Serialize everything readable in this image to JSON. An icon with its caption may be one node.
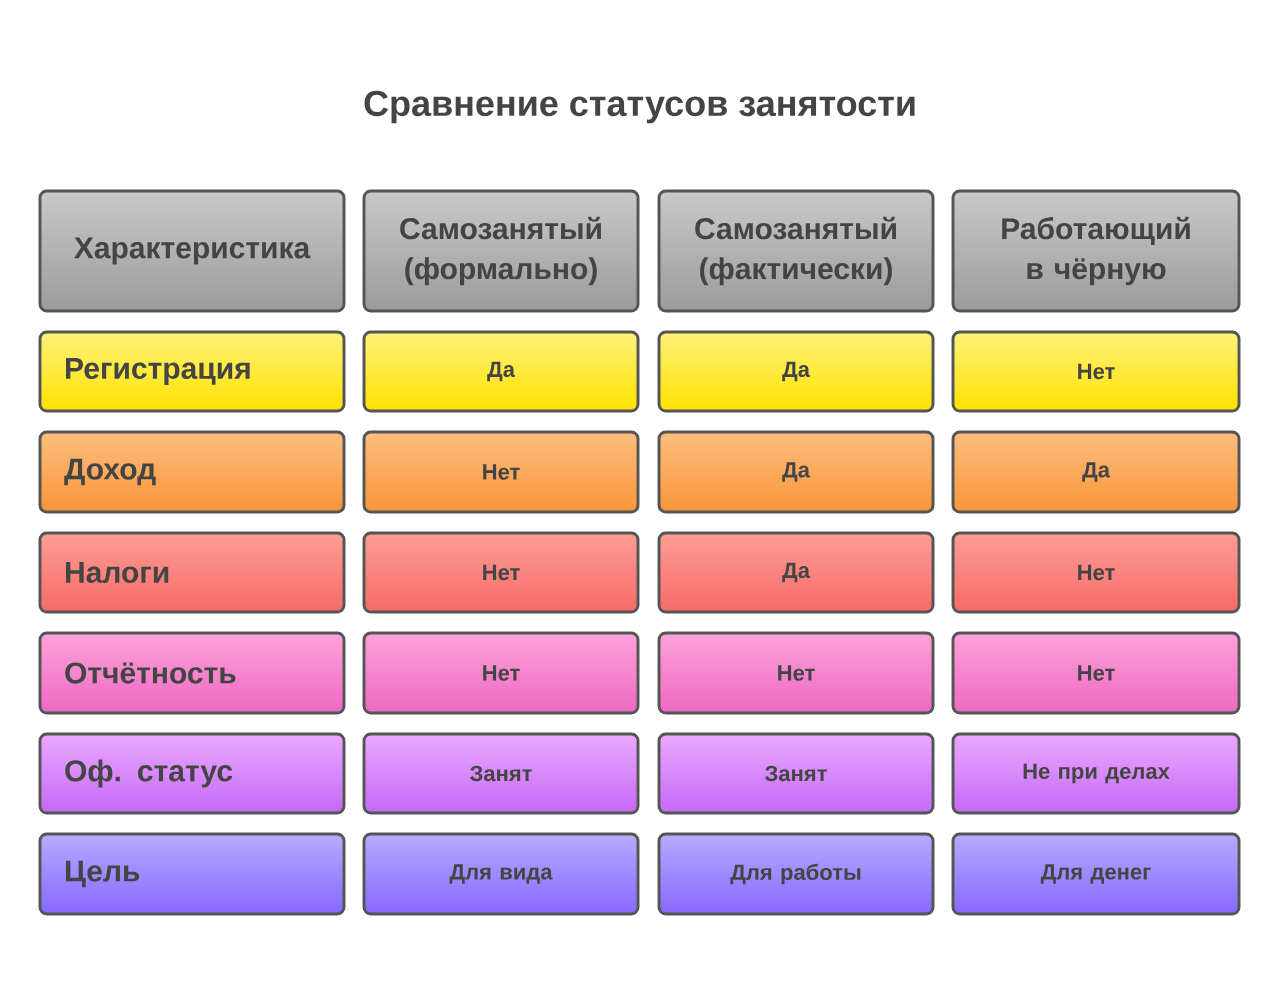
{
  "diagram": {
    "title": "Сравнение статусов занятости",
    "nodes": [
      {
        "text": [
          "Характеристика"
        ]
      },
      {
        "text": [
          "Самозанятый (формально)"
        ]
      },
      {
        "text": [
          "Самозанятый (фактически)"
        ]
      },
      {
        "text": [
          "Работающий в чёрную"
        ]
      },
      {
        "text": [
          "Регистрация"
        ]
      },
      {
        "text": [
          "Да"
        ]
      },
      {
        "text": [
          "Да"
        ]
      },
      {
        "text": [
          "Нет"
        ]
      },
      {
        "text": [
          "Доход"
        ]
      },
      {
        "text": [
          "Нет"
        ]
      },
      {
        "text": [
          "Да"
        ]
      },
      {
        "text": [
          "Да"
        ]
      },
      {
        "text": [
          "Налоги"
        ]
      },
      {
        "text": [
          "Нет"
        ]
      },
      {
        "text": [
          "Да"
        ]
      },
      {
        "text": [
          "Нет"
        ]
      },
      {
        "text": [
          "Отчётность"
        ]
      },
      {
        "text": [
          "Нет"
        ]
      },
      {
        "text": [
          "Нет"
        ]
      },
      {
        "text": [
          "Нет"
        ]
      },
      {
        "text": [
          "Оф. статус"
        ]
      },
      {
        "text": [
          "Занят"
        ]
      },
      {
        "text": [
          "Занят"
        ]
      },
      {
        "text": [
          "Не при делах"
        ]
      },
      {
        "text": [
          "Цель"
        ]
      },
      {
        "text": [
          "Для вида"
        ]
      },
      {
        "text": [
          "Для работы"
        ]
      },
      {
        "text": [
          "Для денег"
        ]
      }
    ]
  }
}
